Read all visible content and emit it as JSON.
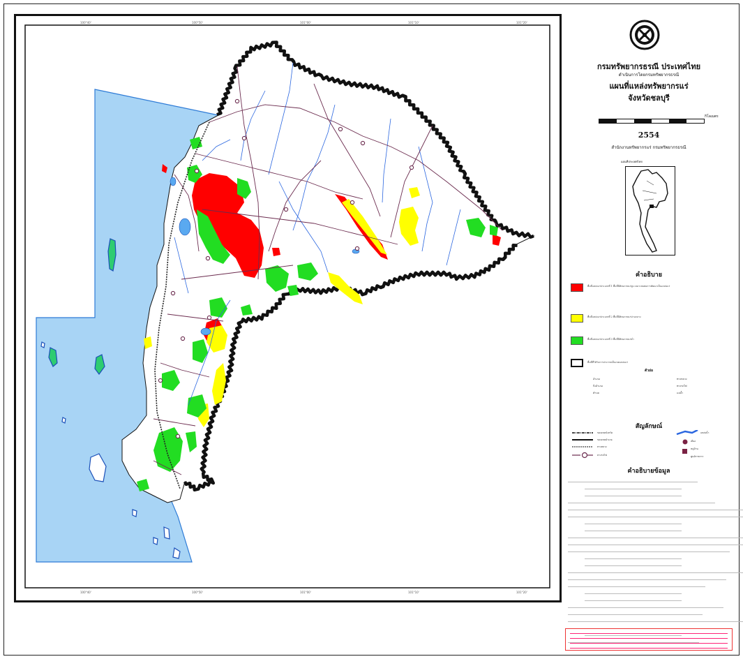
{
  "header": {
    "organization": "กรมทรัพยากรธรณี ประเทศไทย",
    "subtitle": "ดำเนินการโดยกรมทรัพยากรธรณี",
    "title": "แผนที่แหล่งทรัพยากรแร่",
    "province": "จังหวัดชลบุรี",
    "scale_unit": "กิโลเมตร",
    "year": "2554",
    "agency": "สำนักงานทรัพยากรแร่ กรมทรัพยากรธรณี",
    "inset_label": "แผนที่ประเทศไทย"
  },
  "legend": {
    "title": "คำอธิบาย",
    "items": [
      {
        "color": "#ff0000",
        "text": "พื้นที่แหล่งแร่ประเภทที่ 1 พื้นที่มีศักยภาพแร่สูง เหมาะสมต่อการพัฒนาเป็นแหล่งแร่"
      },
      {
        "color": "#ffff00",
        "text": "พื้นที่แหล่งแร่ประเภทที่ 2 พื้นที่มีศักยภาพแร่ปานกลาง"
      },
      {
        "color": "#22dd22",
        "text": "พื้นที่แหล่งแร่ประเภทที่ 3 พื้นที่มีศักยภาพแร่ต่ำ"
      },
      {
        "color": "#ffffff",
        "text": "พื้นที่ที่ได้รับการประกาศเป็นเขตแหล่งแร่"
      }
    ]
  },
  "abbreviations": {
    "title": "ตัวย่อ",
    "left": [
      "อำเภอ",
      "กิ่งอำเภอ",
      "ตำบล"
    ],
    "right": [
      "ทางหลวง",
      "ทางรถไฟ",
      "แม่น้ำ"
    ]
  },
  "symbols": {
    "title": "สัญลักษณ์",
    "items": [
      "ขอบเขตจังหวัด",
      "ขอบเขตอำเภอ",
      "ทางหลวง",
      "ทางรถไฟ",
      "แหล่งน้ำ",
      "เมือง",
      "หมู่บ้าน",
      "ศูนย์ราชการ"
    ]
  },
  "notes": {
    "title": "คำอธิบายข้อมูล"
  },
  "map": {
    "colors": {
      "sea": "#a8d4f5",
      "sea_border": "#2e7bd6",
      "land": "#ffffff",
      "roads": "#6b2b4e",
      "rivers": "#2a66e0",
      "high": "#ff0000",
      "medium": "#ffff00",
      "low": "#22dd22",
      "border": "#111111"
    }
  }
}
